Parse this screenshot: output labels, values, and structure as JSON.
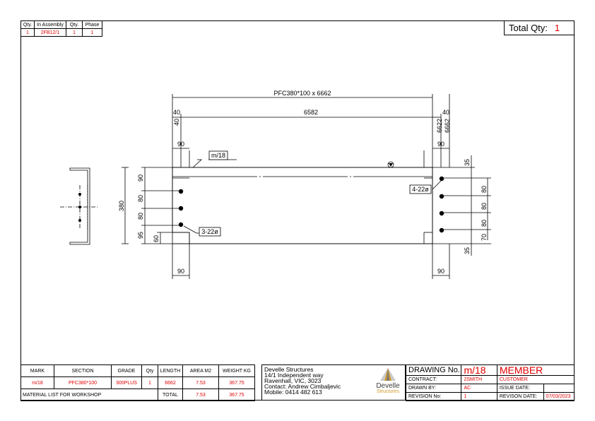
{
  "top_table": {
    "headers": [
      "Qty.",
      "In Assembly",
      "Qty.",
      "Phase"
    ],
    "row": [
      "1",
      "2FB12/1",
      "1",
      "1"
    ]
  },
  "total_qty": {
    "label": "Total Qty:",
    "value": "1"
  },
  "drawing": {
    "title": "PFC380*100 x 6662",
    "dim_left_end": "40",
    "dim_span": "6582",
    "dim_right_end": "40",
    "dim_6622": "6622",
    "dim_6662": "6662",
    "dim_left_vert": "40",
    "left_90_top": "90",
    "right_90_top": "90",
    "left_90_bottom": "90",
    "right_90_bottom": "90",
    "mark_tag": "m/18",
    "left_holes_tag": "3-22ø",
    "right_holes_tag": "4-22ø",
    "left_dims": [
      "90",
      "80",
      "80",
      "95"
    ],
    "left_60": "60",
    "overall_height": "380",
    "right_dims": [
      "35",
      "80",
      "80",
      "80",
      "70",
      "35"
    ]
  },
  "material": {
    "headers": [
      "MARK",
      "SECTION",
      "GRADE",
      "Qty",
      "LENGTH",
      "AREA M2",
      "WEIGHT KG"
    ],
    "row": [
      "m/18",
      "PFC380*100",
      "300PLUS",
      "1",
      "6662",
      "7.53",
      "367.75"
    ],
    "footer_label": "MATERIAL LIST FOR WORKSHOP",
    "total_label": "TOTAL",
    "total_area": "7.53",
    "total_weight": "367.75"
  },
  "company": {
    "lines": [
      "Develle Structures",
      "14/1 Independent way",
      "Ravenhall, VIC, 3023",
      "Contact: Andrew Cimbaljevic",
      "Mobile: 0414 482 613"
    ],
    "logo_name": "Develle",
    "logo_sub": "Structures"
  },
  "titleblock": {
    "drawing_no_label": "DRAWING No.",
    "drawing_no": "m/18",
    "member_label": "MEMBER",
    "contract_label": "CONTRACT:",
    "contract": "2SMITH",
    "customer_label": "CUSTOMER",
    "drawn_by_label": "DRAWN BY:",
    "drawn_by": "AC",
    "issue_date_label": "ISSUE DATE:",
    "issue_date": "",
    "revision_no_label": "REVISION No:",
    "revision_no": "1",
    "revision_date_label": "REVISON DATE:",
    "revision_date": "07/03/2023"
  }
}
